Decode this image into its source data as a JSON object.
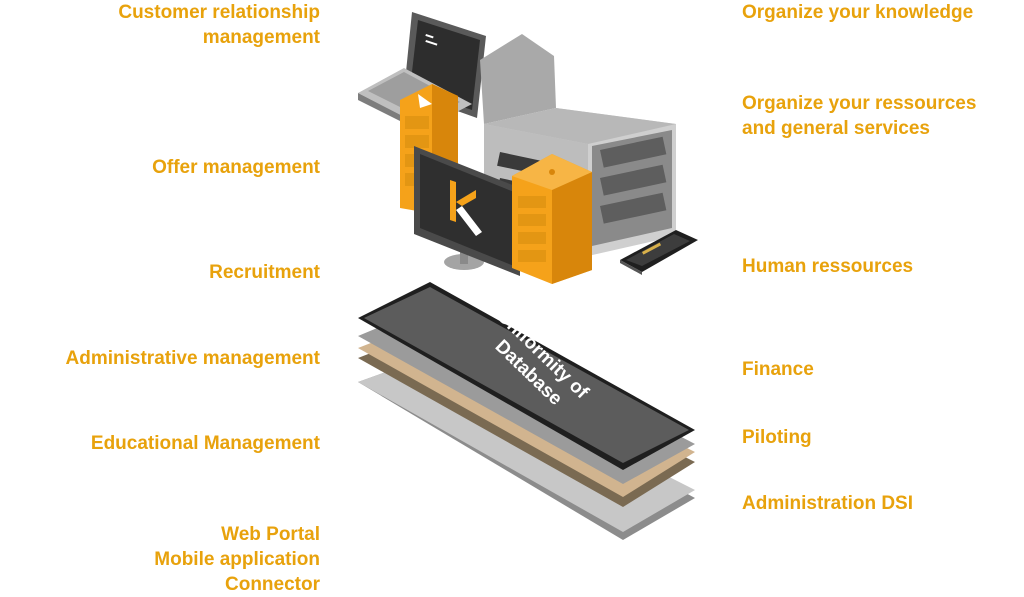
{
  "left_labels": [
    {
      "lines": [
        "Customer relationship",
        "management"
      ]
    },
    {
      "lines": [
        "Offer management"
      ]
    },
    {
      "lines": [
        "Recruitment"
      ]
    },
    {
      "lines": [
        "Administrative management"
      ]
    },
    {
      "lines": [
        "Educational Management"
      ]
    },
    {
      "lines": [
        "Web Portal",
        "Mobile application",
        "Connector"
      ]
    }
  ],
  "right_labels": [
    {
      "lines": [
        "Organize your knowledge"
      ]
    },
    {
      "lines": [
        "Organize your ressources",
        "and general services"
      ]
    },
    {
      "lines": [
        "Human ressources"
      ]
    },
    {
      "lines": [
        "Finance"
      ]
    },
    {
      "lines": [
        "Piloting"
      ]
    },
    {
      "lines": [
        "Administration DSI"
      ]
    }
  ],
  "database": {
    "lines": [
      "Uniformity of",
      "Database"
    ]
  },
  "colors": {
    "accent": "#e8a20c",
    "orange": "#f5a21a",
    "dark": "#3a3a3a",
    "gray": "#8a8a8a"
  },
  "icons": [
    "laptop-icon",
    "server-rack-icon",
    "server-tower-icon",
    "monitor-icon",
    "smartphone-icon",
    "database-platform-icon"
  ]
}
